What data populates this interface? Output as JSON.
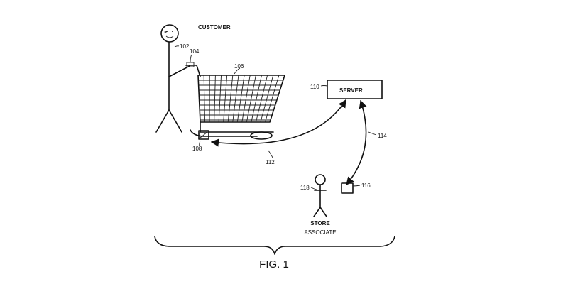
{
  "labels": {
    "customer": "CUSTOMER",
    "server": "SERVER",
    "store": "STORE",
    "associate": "ASSOCIATE",
    "figure": "FIG. 1"
  },
  "refs": {
    "customer": "102",
    "handle": "104",
    "cart": "106",
    "tag": "108",
    "server": "110",
    "link_cart_server": "112",
    "link_server_device": "114",
    "device": "116",
    "associate": "118"
  },
  "colors": {
    "ink": "#111111",
    "background": "#ffffff"
  }
}
